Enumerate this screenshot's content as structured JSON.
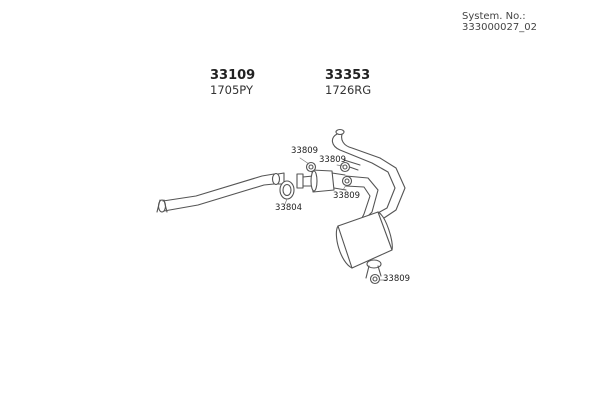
{
  "header": {
    "system_no": "System. No.: 333000027_02"
  },
  "parts": [
    {
      "number": "33109",
      "code": "1705PY"
    },
    {
      "number": "33353",
      "code": "1726RG"
    }
  ],
  "callouts": [
    "33809",
    "33809",
    "33809",
    "33804",
    "33809"
  ]
}
